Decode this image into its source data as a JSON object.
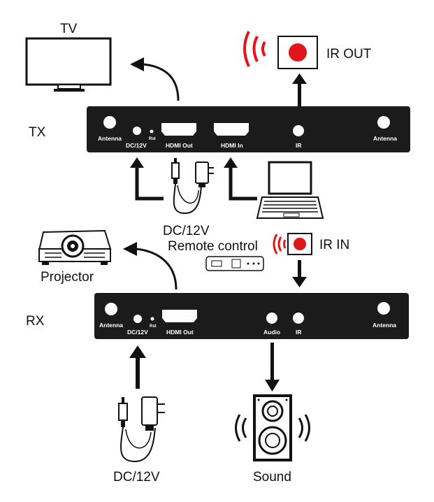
{
  "labels": {
    "tv": "TV",
    "tx": "TX",
    "rx": "RX",
    "ir_out": "IR OUT",
    "ir_in": "IR IN",
    "dc12v_tx": "DC/12V",
    "dc12v_rx": "DC/12V",
    "remote_control": "Remote control",
    "projector": "Projector",
    "sound": "Sound"
  },
  "tx_ports": {
    "antenna_left": "Antenna",
    "dc": "DC/12V",
    "rst": "Rst",
    "hdmi_out": "HDMI Out",
    "hdmi_in": "HDMI In",
    "ir": "IR",
    "antenna_right": "Antenna"
  },
  "rx_ports": {
    "antenna_left": "Antenna",
    "dc": "DC/12V",
    "rst": "Rst",
    "hdmi_out": "HDMI Out",
    "audio": "Audio",
    "ir": "IR",
    "antenna_right": "Antenna"
  },
  "colors": {
    "device": "#1b1b1b",
    "ir_red": "#e0161b",
    "line": "#111111"
  },
  "icons": [
    "tv-icon",
    "laptop-icon",
    "projector-icon",
    "speaker-icon",
    "power-adapter-icon",
    "remote-icon",
    "ir-emitter-icon"
  ]
}
